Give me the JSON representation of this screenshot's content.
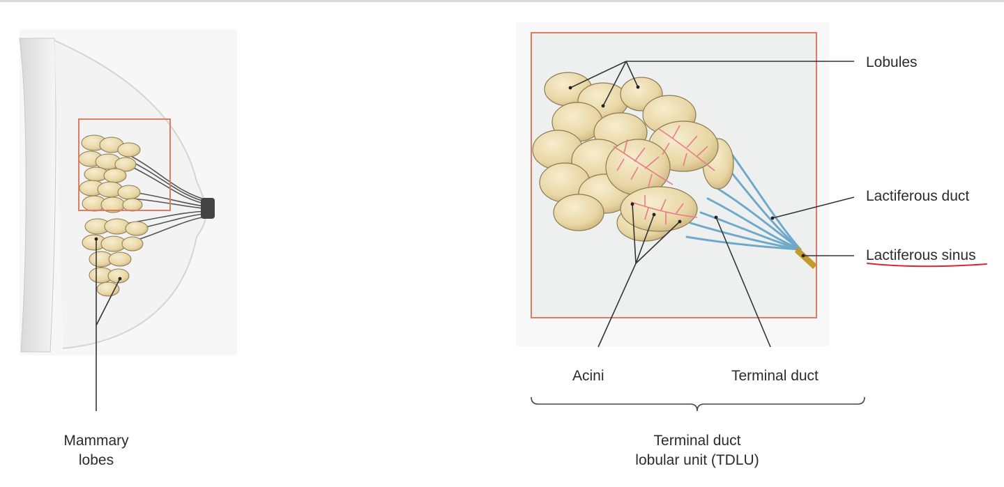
{
  "labels": {
    "mammary_lobes_line1": "Mammary",
    "mammary_lobes_line2": "lobes",
    "lobules": "Lobules",
    "lactiferous_duct": "Lactiferous duct",
    "lactiferous_sinus": "Lactiferous sinus",
    "acini": "Acini",
    "terminal_duct": "Terminal duct",
    "tdlu_line1": "Terminal duct",
    "tdlu_line2": "lobular unit (TDLU)"
  },
  "colors": {
    "highlight_box": "#e07a63",
    "lobule_fill": "#ecdcae",
    "lobule_stroke": "#8a7a55",
    "duct_blue": "#6fa9c9",
    "sinus_gold": "#c49a2c",
    "acini_pink": "#e77b8a",
    "tissue_gray": "#e7e7e7",
    "annotation_red_underline": "#e0222f",
    "leader_line": "#333333"
  },
  "icons": {
    "breast_cross_section": "breast-cross-section-illustration",
    "tdlu_magnified": "tdlu-magnified-illustration"
  }
}
